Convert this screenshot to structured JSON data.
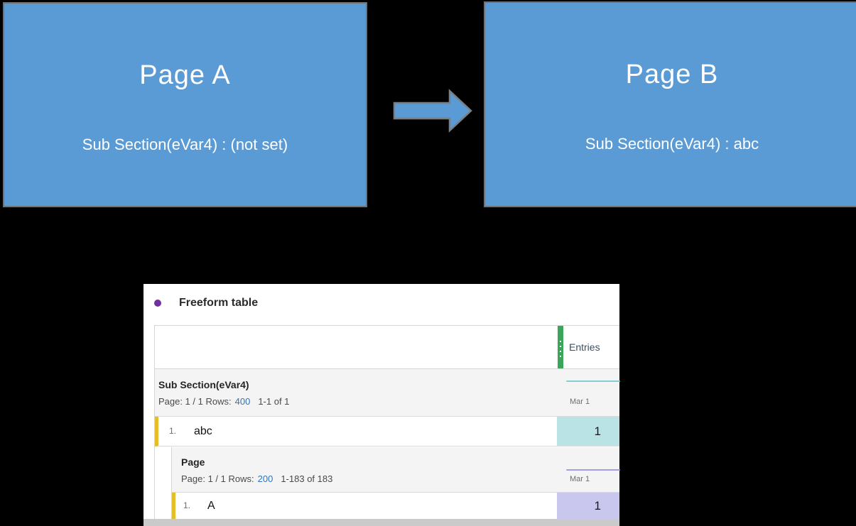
{
  "diagram": {
    "background_color": "#000000",
    "box_fill_color": "#5b9bd5",
    "box_border_color": "#6e7277",
    "arrow_color": "#5b9bd5",
    "box_a": {
      "title": "Page A",
      "subtitle": "Sub Section(eVar4) : (not set)"
    },
    "box_b": {
      "title": "Page B",
      "subtitle": "Sub Section(eVar4) : abc"
    }
  },
  "panel": {
    "title": "Freeform table",
    "bullet_color": "#7030a0",
    "table": {
      "metric": {
        "label": "Entries",
        "handle_color": "#3aa659"
      },
      "dimension_section": {
        "header": "Sub Section(eVar4)",
        "pagination_prefix": "Page: 1 / 1 Rows:",
        "pagination_rows": "400",
        "pagination_range": "1-1 of 1",
        "date_label": "Mar 1",
        "sparkline_color": "#85ced3",
        "row": {
          "index": "1.",
          "label": "abc",
          "value": "1",
          "value_cell_color": "#b9e3e5",
          "row_marker_color": "#e3bd2a"
        }
      },
      "breakdown_section": {
        "header": "Page",
        "pagination_prefix": "Page: 1 / 1 Rows:",
        "pagination_rows": "200",
        "pagination_range": "1-183 of 183",
        "date_label": "Mar 1",
        "sparkline_color": "#a19fe2",
        "row": {
          "index": "1.",
          "label": "A",
          "value": "1",
          "value_cell_color": "#c9c7ed",
          "row_marker_color": "#e3bd2a"
        }
      }
    }
  }
}
